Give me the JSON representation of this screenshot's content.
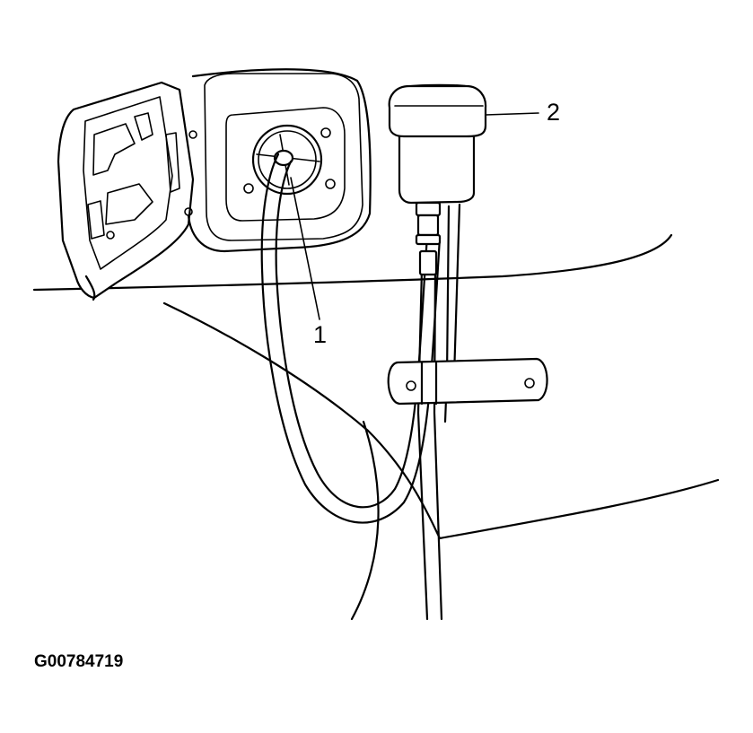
{
  "diagram": {
    "callouts": [
      {
        "id": "1",
        "label": "1"
      },
      {
        "id": "2",
        "label": "2"
      }
    ],
    "figure_id": "G00784719",
    "colors": {
      "ink": "#000000",
      "paper": "#ffffff"
    }
  }
}
